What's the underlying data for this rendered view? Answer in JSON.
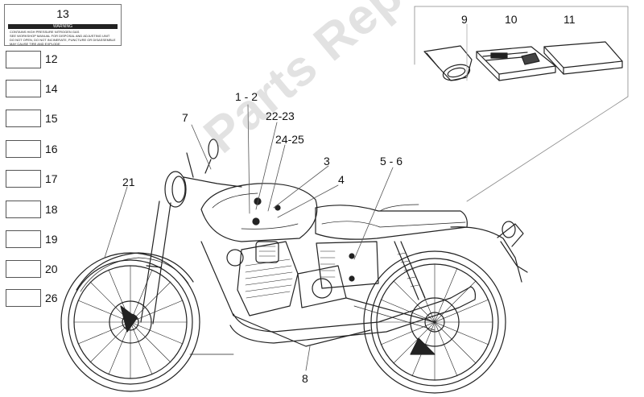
{
  "warning_label": {
    "number": "13",
    "heading": "WARNING",
    "lines": [
      "CONTAINS HIGH PRESSURE NITROGEN GAS",
      "SEE WORKSHOP MANUAL FOR DISPOSAL AND ADJUSTING UNIT",
      "DO NOT OPEN, DO NOT INCINERATE, PUNCTURE OR DISASSEMBLE",
      "MAY CAUSE TIRE AND EXPLODE"
    ]
  },
  "legend_items": [
    "12",
    "14",
    "15",
    "16",
    "17",
    "18",
    "19",
    "20",
    "26"
  ],
  "callouts": {
    "c9": "9",
    "c10": "10",
    "c11": "11",
    "c1_2": "1 - 2",
    "c22_23": "22-23",
    "c24_25": "24-25",
    "c7": "7",
    "c3": "3",
    "c4": "4",
    "c5_6": "5 - 6",
    "c21": "21",
    "c8": "8"
  },
  "watermark": "Parts Republik",
  "colors": {
    "line": "#222222",
    "leader": "#555555",
    "watermark": "#969696"
  }
}
